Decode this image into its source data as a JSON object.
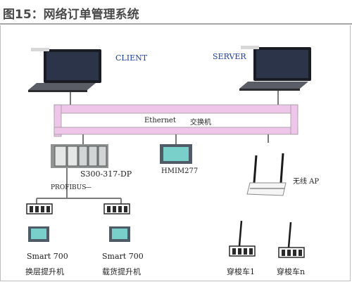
{
  "figure": {
    "title": "图15：网络订单管理系统"
  },
  "nodes": {
    "client": "CLIENT",
    "server": "SERVER",
    "ethernet": "Ethernet",
    "switch": "交换机",
    "plc": "S300-317-DP",
    "hmi": "HMIM277",
    "profibus": "PROFIBUS",
    "profibus_mark": "—",
    "wireless_ap": "无线 AP",
    "smart700_left": "Smart 700",
    "smart700_right": "Smart 700",
    "lift_change_layer": "换层提升机",
    "lift_cargo": "载货提升机",
    "shuttle_1": "穿梭车1",
    "shuttle_n": "穿梭车n"
  },
  "colors": {
    "bus_fill": "#efc6ea",
    "bus_stroke": "#9a9a9a",
    "hmi_screen": "#79d0cb"
  }
}
